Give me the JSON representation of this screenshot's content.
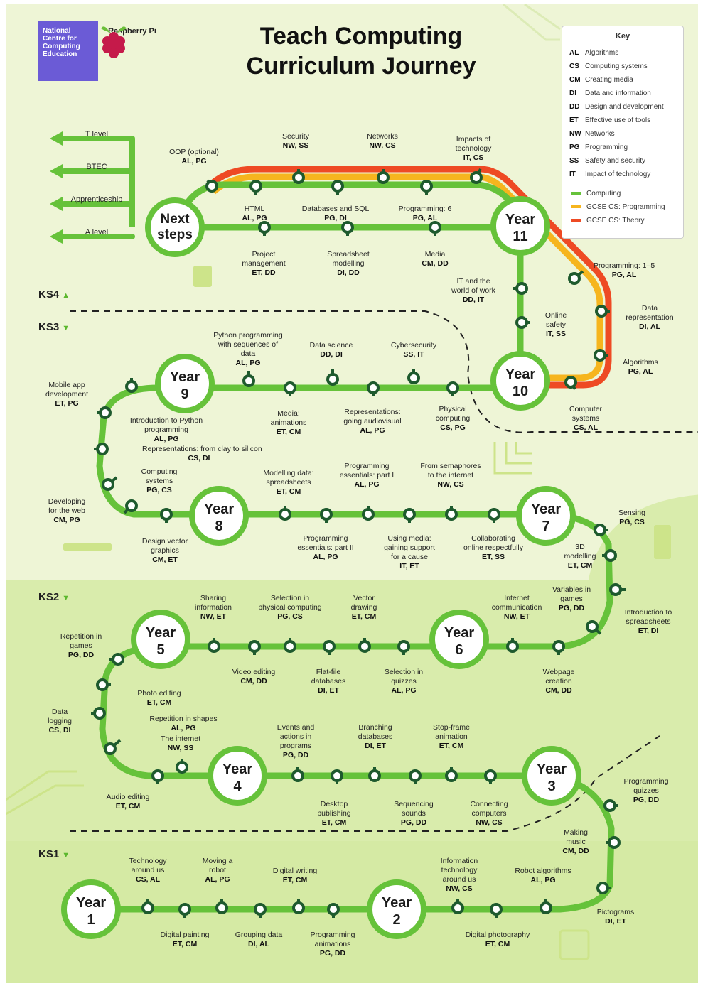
{
  "header": {
    "title_line1": "Teach Computing",
    "title_line2": "Curriculum Journey",
    "ncce_logo_text": "National Centre for Computing Education",
    "raspberry_logo_text": "Raspberry Pi"
  },
  "key": {
    "heading": "Key",
    "strands": [
      {
        "abbr": "AL",
        "name": "Algorithms"
      },
      {
        "abbr": "CS",
        "name": "Computing systems"
      },
      {
        "abbr": "CM",
        "name": "Creating media"
      },
      {
        "abbr": "DI",
        "name": "Data and information"
      },
      {
        "abbr": "DD",
        "name": "Design and development"
      },
      {
        "abbr": "ET",
        "name": "Effective use of tools"
      },
      {
        "abbr": "NW",
        "name": "Networks"
      },
      {
        "abbr": "PG",
        "name": "Programming"
      },
      {
        "abbr": "SS",
        "name": "Safety and security"
      },
      {
        "abbr": "IT",
        "name": "Impact of technology"
      }
    ],
    "lines": [
      {
        "name": "Computing",
        "color": "#66c23a"
      },
      {
        "name": "GCSE CS: Programming",
        "color": "#f6b51e"
      },
      {
        "name": "GCSE CS: Theory",
        "color": "#ee4a24"
      }
    ]
  },
  "colors": {
    "computing": "#66c23a",
    "programming": "#f6b51e",
    "theory": "#ee4a24",
    "station": "#1e5a2e"
  },
  "key_stages": [
    "KS4",
    "KS3",
    "KS2",
    "KS1"
  ],
  "next_steps": {
    "hub": [
      "Next",
      "steps"
    ],
    "routes": [
      "T level",
      "BTEC",
      "Apprenticeship",
      "A level"
    ]
  },
  "years": [
    {
      "line1": "Year",
      "line2": "11"
    },
    {
      "line1": "Year",
      "line2": "10"
    },
    {
      "line1": "Year",
      "line2": "9"
    },
    {
      "line1": "Year",
      "line2": "8"
    },
    {
      "line1": "Year",
      "line2": "7"
    },
    {
      "line1": "Year",
      "line2": "6"
    },
    {
      "line1": "Year",
      "line2": "5"
    },
    {
      "line1": "Year",
      "line2": "4"
    },
    {
      "line1": "Year",
      "line2": "3"
    },
    {
      "line1": "Year",
      "line2": "2"
    },
    {
      "line1": "Year",
      "line2": "1"
    }
  ],
  "units": [
    {
      "lines": [
        "OOP (optional)"
      ],
      "tags": "AL, PG"
    },
    {
      "lines": [
        "Security"
      ],
      "tags": "NW, SS"
    },
    {
      "lines": [
        "Networks"
      ],
      "tags": "NW, CS"
    },
    {
      "lines": [
        "Impacts of",
        "technology"
      ],
      "tags": "IT, CS"
    },
    {
      "lines": [
        "HTML"
      ],
      "tags": "AL, PG"
    },
    {
      "lines": [
        "Databases and SQL"
      ],
      "tags": "PG, DI"
    },
    {
      "lines": [
        "Programming: 6"
      ],
      "tags": "PG, AL"
    },
    {
      "lines": [
        "Project",
        "management"
      ],
      "tags": "ET, DD"
    },
    {
      "lines": [
        "Spreadsheet",
        "modelling"
      ],
      "tags": "DI, DD"
    },
    {
      "lines": [
        "Media"
      ],
      "tags": "CM, DD"
    },
    {
      "lines": [
        "Programming: 1–5"
      ],
      "tags": "PG, AL"
    },
    {
      "lines": [
        "Data",
        "representation"
      ],
      "tags": "DI, AL"
    },
    {
      "lines": [
        "Algorithms"
      ],
      "tags": "PG, AL"
    },
    {
      "lines": [
        "Computer",
        "systems"
      ],
      "tags": "CS, AL"
    },
    {
      "lines": [
        "IT and the",
        "world of work"
      ],
      "tags": "DD, IT"
    },
    {
      "lines": [
        "Online",
        "safety"
      ],
      "tags": "IT, SS"
    },
    {
      "lines": [
        "Python programming",
        "with sequences of",
        "data"
      ],
      "tags": "AL, PG"
    },
    {
      "lines": [
        "Data science"
      ],
      "tags": "DD, DI"
    },
    {
      "lines": [
        "Cybersecurity"
      ],
      "tags": "SS, IT"
    },
    {
      "lines": [
        "Media:",
        "animations"
      ],
      "tags": "ET, CM"
    },
    {
      "lines": [
        "Representations:",
        "going audiovisual"
      ],
      "tags": "AL, PG"
    },
    {
      "lines": [
        "Physical",
        "computing"
      ],
      "tags": "CS, PG"
    },
    {
      "lines": [
        "Mobile app",
        "development"
      ],
      "tags": "ET, PG"
    },
    {
      "lines": [
        "Introduction to Python",
        "programming"
      ],
      "tags": "AL, PG"
    },
    {
      "lines": [
        "Representations: from clay to silicon"
      ],
      "tags": "CS, DI"
    },
    {
      "lines": [
        "Computing",
        "systems"
      ],
      "tags": "PG, CS"
    },
    {
      "lines": [
        "Developing",
        "for the web"
      ],
      "tags": "CM, PG"
    },
    {
      "lines": [
        "Design vector",
        "graphics"
      ],
      "tags": "CM, ET"
    },
    {
      "lines": [
        "Modelling data:",
        "spreadsheets"
      ],
      "tags": "ET, CM"
    },
    {
      "lines": [
        "Programming",
        "essentials: part I"
      ],
      "tags": "AL, PG"
    },
    {
      "lines": [
        "From semaphores",
        "to the internet"
      ],
      "tags": "NW, CS"
    },
    {
      "lines": [
        "Programming",
        "essentials: part II"
      ],
      "tags": "AL, PG"
    },
    {
      "lines": [
        "Using media:",
        "gaining support",
        "for a cause"
      ],
      "tags": "IT, ET"
    },
    {
      "lines": [
        "Collaborating",
        "online respectfully"
      ],
      "tags": "ET, SS"
    },
    {
      "lines": [
        "Sensing"
      ],
      "tags": "PG, CS"
    },
    {
      "lines": [
        "3D",
        "modelling"
      ],
      "tags": "ET, CM"
    },
    {
      "lines": [
        "Variables in",
        "games"
      ],
      "tags": "PG, DD"
    },
    {
      "lines": [
        "Introduction to",
        "spreadsheets"
      ],
      "tags": "ET, DI"
    },
    {
      "lines": [
        "Sharing",
        "information"
      ],
      "tags": "NW, ET"
    },
    {
      "lines": [
        "Selection in",
        "physical computing"
      ],
      "tags": "PG, CS"
    },
    {
      "lines": [
        "Vector",
        "drawing"
      ],
      "tags": "ET, CM"
    },
    {
      "lines": [
        "Internet",
        "communication"
      ],
      "tags": "NW, ET"
    },
    {
      "lines": [
        "Video editing"
      ],
      "tags": "CM, DD"
    },
    {
      "lines": [
        "Flat-file",
        "databases"
      ],
      "tags": "DI, ET"
    },
    {
      "lines": [
        "Selection in",
        "quizzes"
      ],
      "tags": "AL, PG"
    },
    {
      "lines": [
        "Webpage",
        "creation"
      ],
      "tags": "CM, DD"
    },
    {
      "lines": [
        "Repetition in",
        "games"
      ],
      "tags": "PG, DD"
    },
    {
      "lines": [
        "Photo editing"
      ],
      "tags": "ET, CM"
    },
    {
      "lines": [
        "Data",
        "logging"
      ],
      "tags": "CS, DI"
    },
    {
      "lines": [
        "Repetition in shapes"
      ],
      "tags": "AL, PG"
    },
    {
      "lines": [
        "The internet"
      ],
      "tags": "NW, SS"
    },
    {
      "lines": [
        "Events and",
        "actions in",
        "programs"
      ],
      "tags": "PG, DD"
    },
    {
      "lines": [
        "Branching",
        "databases"
      ],
      "tags": "DI, ET"
    },
    {
      "lines": [
        "Stop-frame",
        "animation"
      ],
      "tags": "ET, CM"
    },
    {
      "lines": [
        "Audio editing"
      ],
      "tags": "ET, CM"
    },
    {
      "lines": [
        "Desktop",
        "publishing"
      ],
      "tags": "ET, CM"
    },
    {
      "lines": [
        "Sequencing",
        "sounds"
      ],
      "tags": "PG, DD"
    },
    {
      "lines": [
        "Connecting",
        "computers"
      ],
      "tags": "NW, CS"
    },
    {
      "lines": [
        "Programming",
        "quizzes"
      ],
      "tags": "PG, DD"
    },
    {
      "lines": [
        "Making",
        "music"
      ],
      "tags": "CM, DD"
    },
    {
      "lines": [
        "Pictograms"
      ],
      "tags": "DI, ET"
    },
    {
      "lines": [
        "Technology",
        "around us"
      ],
      "tags": "CS, AL"
    },
    {
      "lines": [
        "Moving a",
        "robot"
      ],
      "tags": "AL, PG"
    },
    {
      "lines": [
        "Digital writing"
      ],
      "tags": "ET, CM"
    },
    {
      "lines": [
        "Information",
        "technology",
        "around us"
      ],
      "tags": "NW, CS"
    },
    {
      "lines": [
        "Robot algorithms"
      ],
      "tags": "AL, PG"
    },
    {
      "lines": [
        "Digital painting"
      ],
      "tags": "ET, CM"
    },
    {
      "lines": [
        "Grouping data"
      ],
      "tags": "DI, AL"
    },
    {
      "lines": [
        "Programming",
        "animations"
      ],
      "tags": "PG, DD"
    },
    {
      "lines": [
        "Digital photography"
      ],
      "tags": "ET, CM"
    }
  ]
}
